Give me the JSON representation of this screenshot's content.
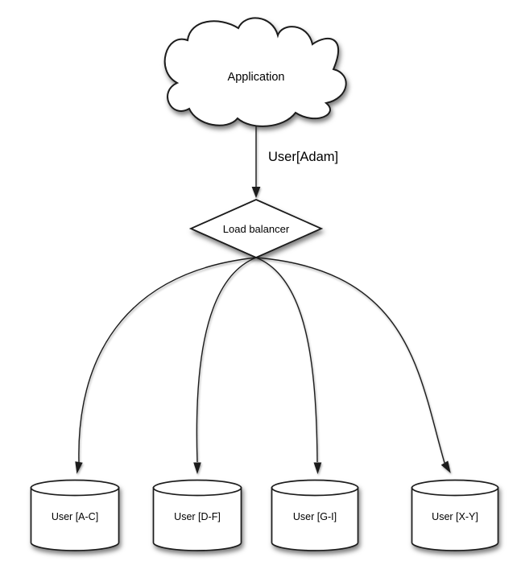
{
  "canvas": {
    "background": "#ffffff",
    "stroke_color": "#1a1a1a",
    "shape_fill": "#ffffff",
    "text_color": "#000000"
  },
  "nodes": {
    "application": {
      "shape": "cloud",
      "label": "Application"
    },
    "load_balancer": {
      "shape": "diamond",
      "label": "Load balancer"
    },
    "shards": [
      {
        "shape": "cylinder",
        "label": "User [A-C]"
      },
      {
        "shape": "cylinder",
        "label": "User [D-F]"
      },
      {
        "shape": "cylinder",
        "label": "User [G-I]"
      },
      {
        "shape": "cylinder",
        "label": "User [X-Y]"
      }
    ]
  },
  "edges": {
    "app_to_lb": {
      "label": "User[Adam]"
    }
  }
}
